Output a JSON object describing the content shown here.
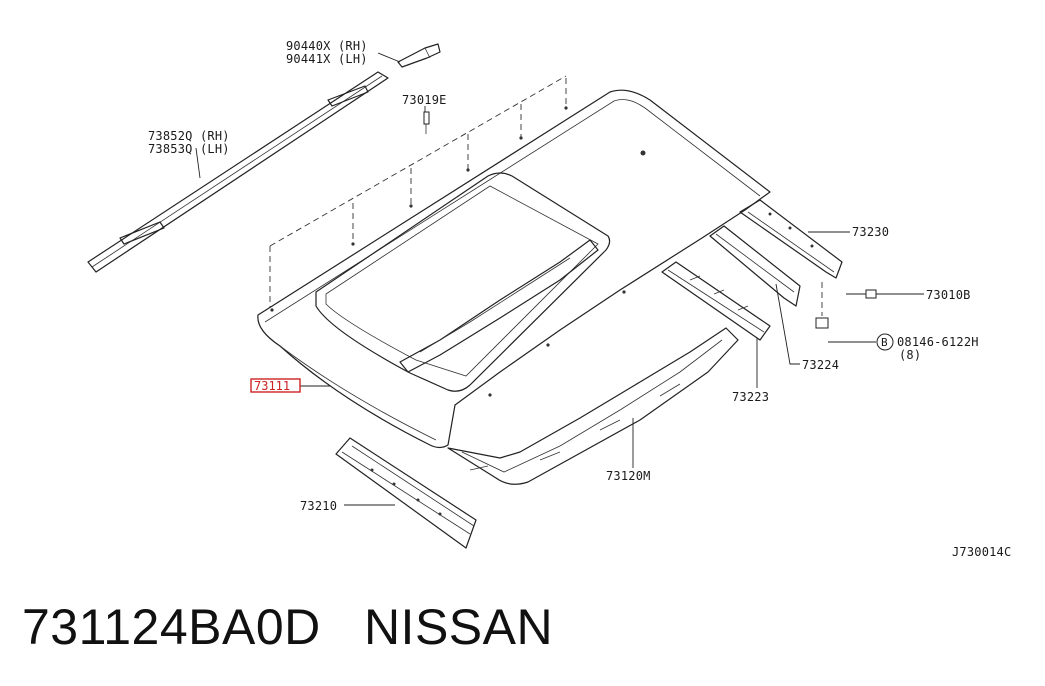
{
  "diagram": {
    "labels": {
      "bracket": [
        "90440X (RH)",
        "90441X (LH)"
      ],
      "clip": "73019E",
      "molding": [
        "73852Q (RH)",
        "73853Q (LH)"
      ],
      "roof_panel": "73111",
      "rail_rear": "73230",
      "bolt": "73010B",
      "bolt_b_code": "B",
      "bolt_b": [
        "08146-6122H",
        "(8)"
      ],
      "bow_1": "73224",
      "bow_2": "73223",
      "reinforcement": "73120M",
      "rail_front": "73210"
    },
    "diagram_code": "J730014C",
    "highlight_color": "#cc2222"
  },
  "footer": {
    "part_number": "731124BA0D",
    "brand": "NISSAN"
  }
}
